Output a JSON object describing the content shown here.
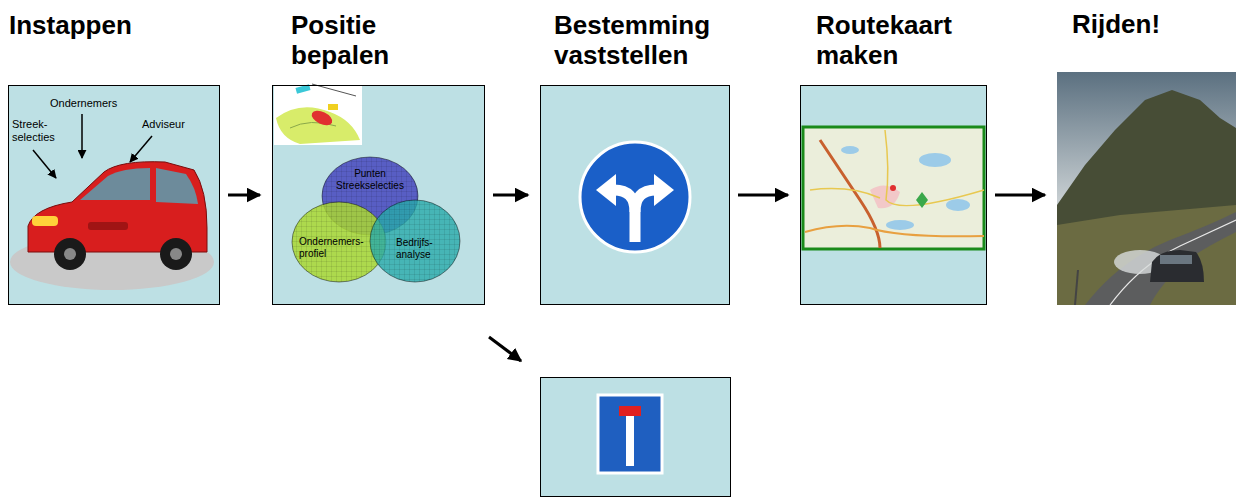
{
  "diagram": {
    "nodes": [
      {
        "text": [
          "Instappen"
        ]
      },
      {
        "text": [
          "Positie bepalen"
        ]
      },
      {
        "text": [
          "Punten Streekselecties"
        ],
        "in": 1
      },
      {
        "text": [
          "Ondernemers- profiel"
        ],
        "in": 1
      },
      {
        "text": [
          "Bedrijfs- analyse"
        ],
        "in": 1
      },
      {
        "text": [
          "Bestemming vaststellen"
        ]
      },
      {
        "text": [
          "Routekaart maken"
        ]
      },
      {
        "text": [
          "Rijden!"
        ]
      }
    ],
    "edges": [
      {
        "from": 0,
        "to": 1,
        "arrow": "to"
      },
      {
        "from": 1,
        "to": 5,
        "arrow": "to"
      },
      {
        "from": 5,
        "to": 6,
        "arrow": "to"
      },
      {
        "from": 6,
        "to": 7,
        "arrow": "to"
      }
    ],
    "labels": [
      "Ondernemers",
      "Streek- selecties",
      "Adviseur"
    ]
  }
}
